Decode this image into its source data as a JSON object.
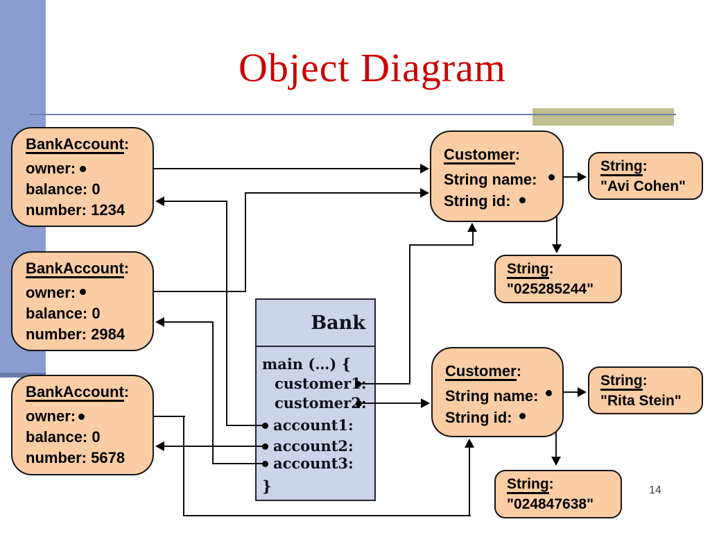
{
  "slide": {
    "title": "Object Diagram",
    "page_number": "14"
  },
  "objects": {
    "bank_accounts": [
      {
        "name": "BankAccount",
        "suffix": ":",
        "owner": "owner:",
        "balance": "balance: 0",
        "number": "number: 1234"
      },
      {
        "name": "BankAccount",
        "suffix": ":",
        "owner": "owner:",
        "balance": "balance: 0",
        "number": "number: 2984"
      },
      {
        "name": "BankAccount",
        "suffix": ":",
        "owner": "owner:",
        "balance": "balance: 0",
        "number": "number: 5678"
      }
    ],
    "bank": {
      "title": "Bank",
      "code": [
        "main (…) {",
        "customer1:",
        "customer2:",
        "account1:",
        "account2:",
        "account3:",
        "}"
      ]
    },
    "customers": [
      {
        "name": "Customer",
        "suffix": ":",
        "field_name": "String name:",
        "field_id": "String id:"
      },
      {
        "name": "Customer",
        "suffix": ":",
        "field_name": "String name:",
        "field_id": "String id:"
      }
    ],
    "strings": [
      {
        "name": "String",
        "suffix": ":",
        "value": "\"Avi Cohen\""
      },
      {
        "name": "String",
        "suffix": ":",
        "value": "\"025285244\""
      },
      {
        "name": "String",
        "suffix": ":",
        "value": "\"Rita Stein\""
      },
      {
        "name": "String",
        "suffix": ":",
        "value": "\"024847638\""
      }
    ]
  },
  "colors": {
    "title_red": "#CC0000",
    "object_fill": "#FBCDA4",
    "bank_fill": "#CDD3E8",
    "sidebar_blue": "#8B9CD1",
    "accent_olive": "#BFBF90",
    "divider_blue": "#7080AB"
  }
}
